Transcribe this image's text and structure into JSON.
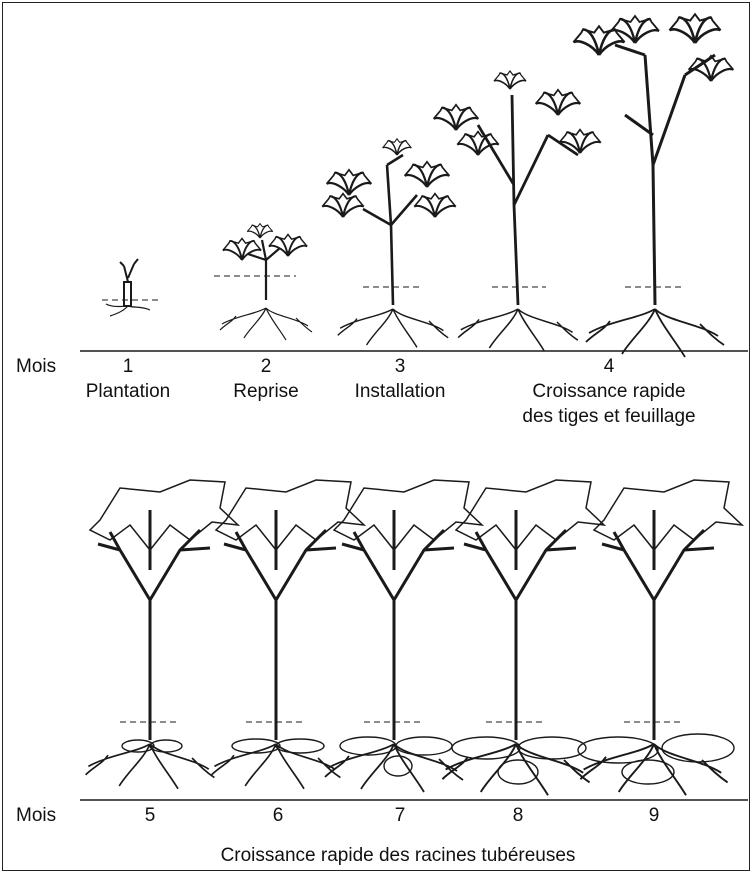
{
  "top_row": {
    "row_label": "Mois",
    "stages": [
      {
        "month": "1",
        "name": "Plantation",
        "name2": ""
      },
      {
        "month": "2",
        "name": "Reprise",
        "name2": ""
      },
      {
        "month": "3",
        "name": "Installation",
        "name2": ""
      },
      {
        "month": "4",
        "name": "Croissance rapide",
        "name2": "des tiges et feuillage"
      }
    ]
  },
  "bottom_row": {
    "row_label": "Mois",
    "months": [
      "5",
      "6",
      "7",
      "8",
      "9"
    ],
    "caption": "Croissance rapide des racines tubéreuses"
  },
  "colors": {
    "ink": "#1a1a1a",
    "background": "#ffffff"
  }
}
